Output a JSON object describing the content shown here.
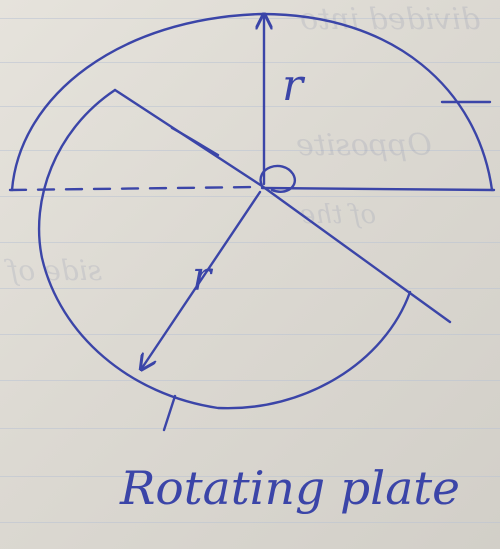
{
  "diagram": {
    "labels": {
      "radius_top": "r",
      "radius_lower": "r",
      "caption": "Rotating plate"
    },
    "bleed_through_text": [
      "divided into",
      "Opposite",
      "of the",
      "side of"
    ],
    "colors": {
      "ink": "#3b45a8",
      "paper": "#dedbd4",
      "rule_lines": "#b9c3d3"
    }
  }
}
